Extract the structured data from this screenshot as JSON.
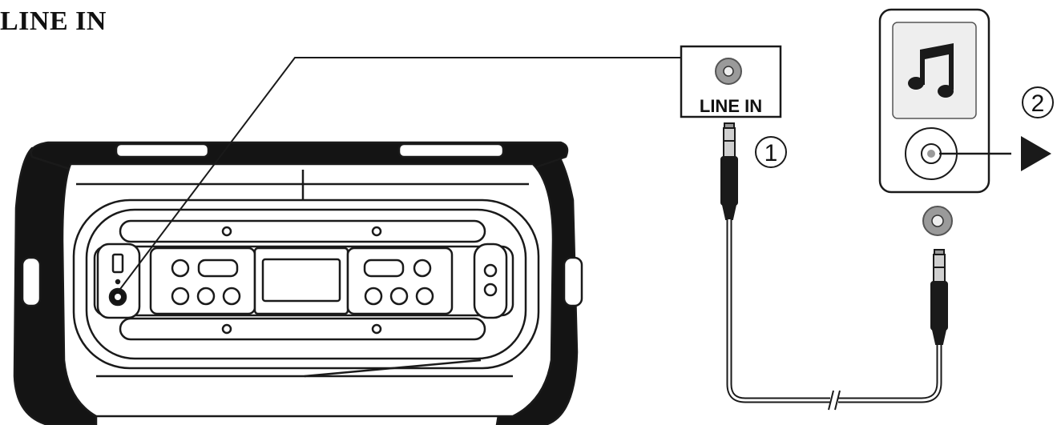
{
  "title": "LINE IN",
  "jack_label": "LINE IN",
  "steps": [
    "1",
    "2"
  ],
  "icons": {
    "note": "music-note-icon",
    "play": "play-arrow-icon"
  },
  "colors": {
    "outline": "#1a1a1a",
    "dark_fill": "#141414",
    "grey": "#9a9a9a",
    "light": "#eeeeee"
  }
}
